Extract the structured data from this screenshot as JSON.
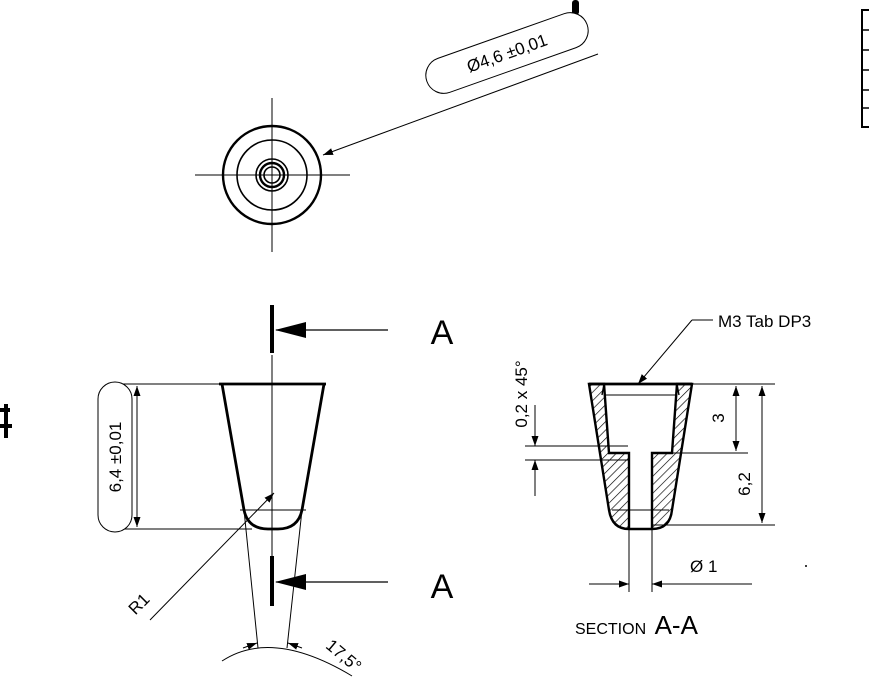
{
  "top_view": {
    "diameter_label": "Ø4,6 ±0,01"
  },
  "side_view": {
    "height_label": "6,4 ±0,01",
    "radius_label": "R1",
    "angle_label": "17,5°",
    "section_marker_top": "A",
    "section_marker_bottom": "A"
  },
  "section_view": {
    "thread_label": "M3 Tab DP3",
    "chamfer_label": "0,2 x 45°",
    "depth_label": "3",
    "height_label": "6,2",
    "hole_label": "Ø 1",
    "title_prefix": "SECTION",
    "title_name": "A-A"
  }
}
